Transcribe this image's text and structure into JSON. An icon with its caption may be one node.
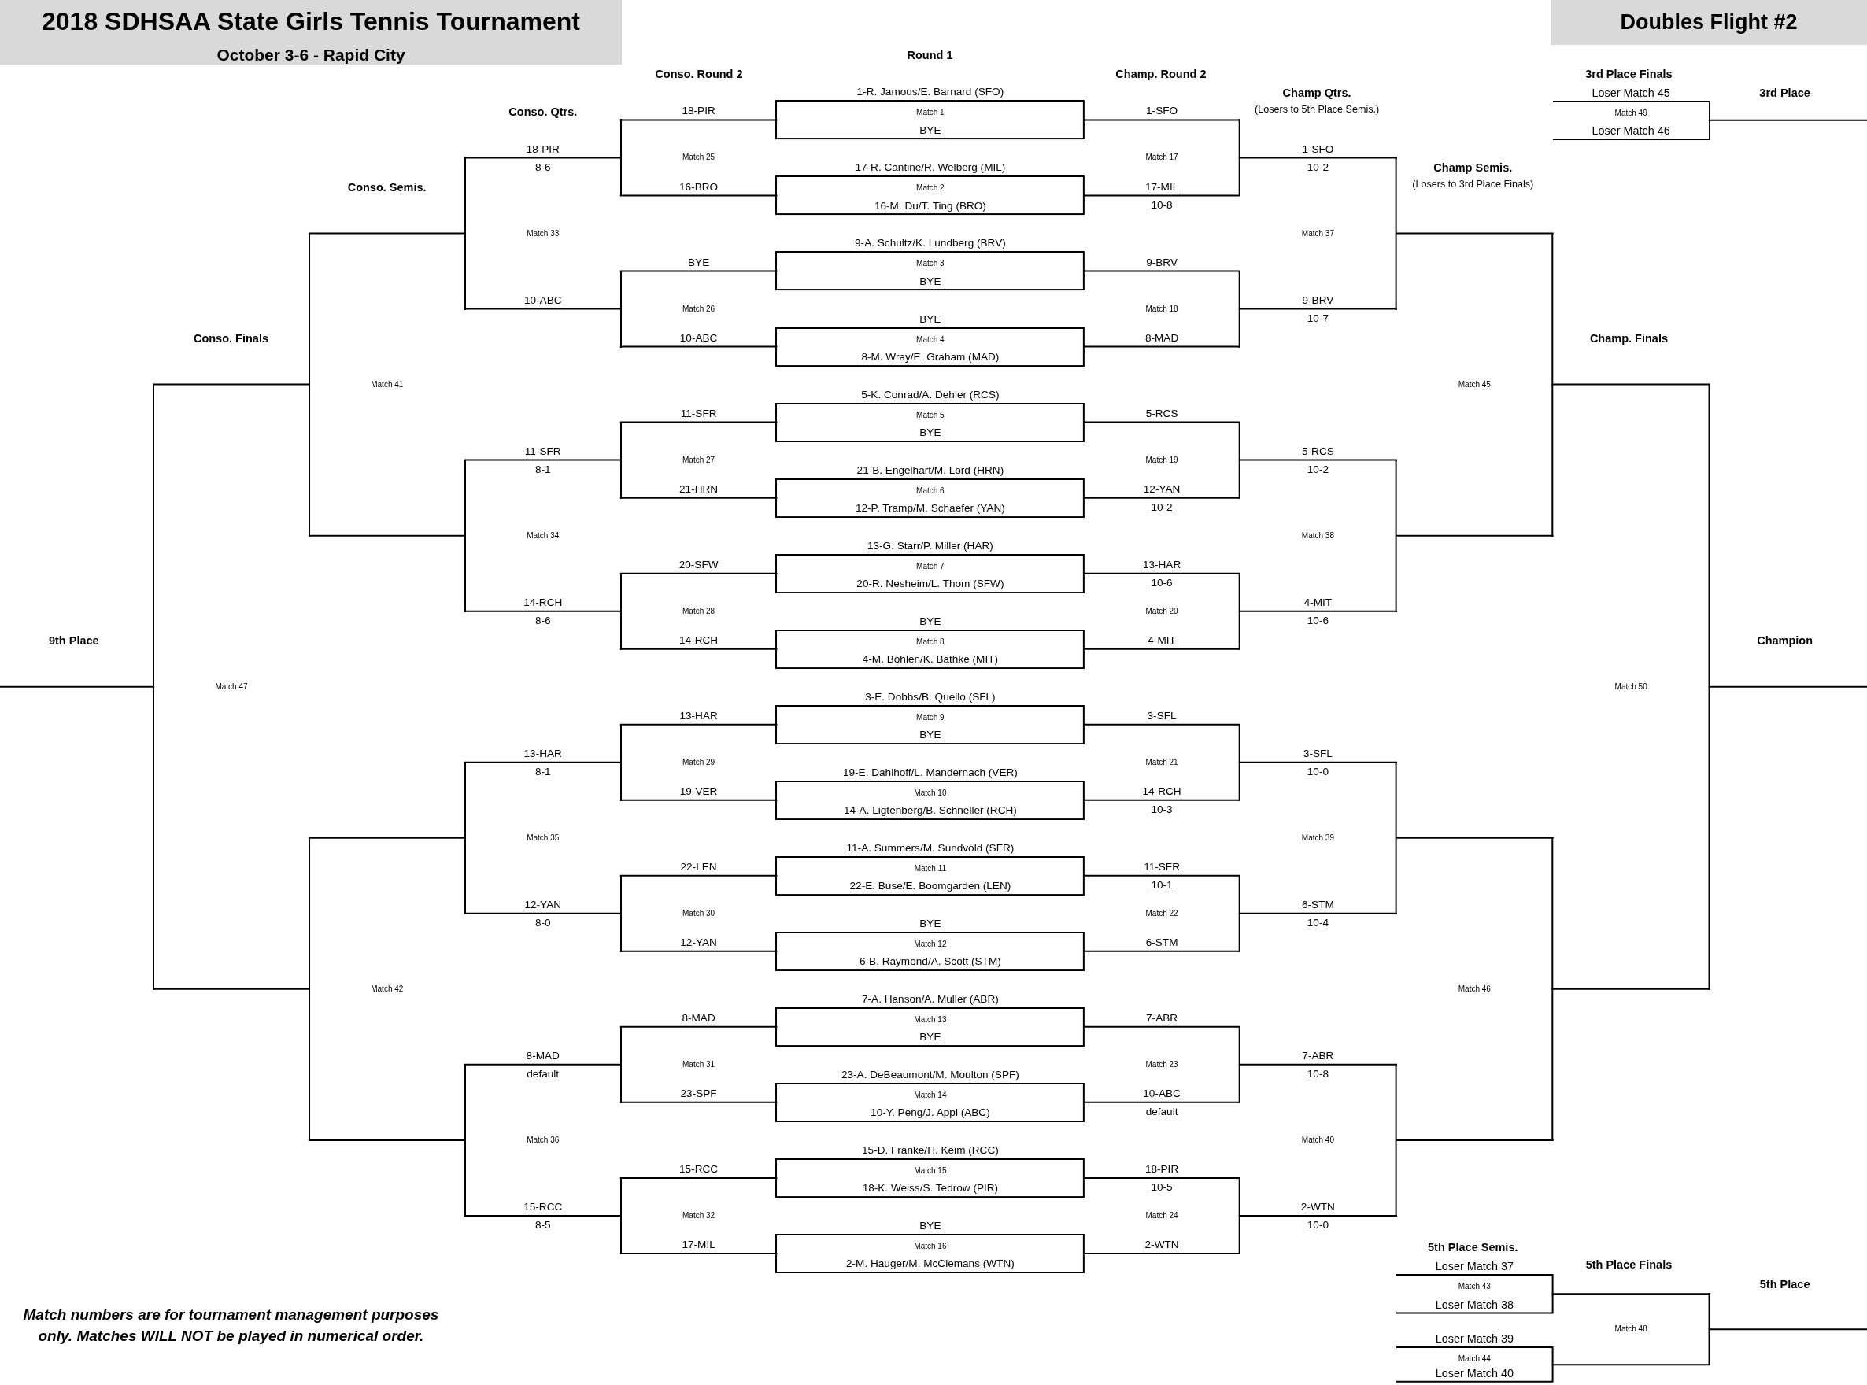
{
  "diagram": {
    "title": "2018 SDHSAA State Girls Tennis Tournament",
    "nodes": [
      {
        "text": [
          "1-R. Jamous/E. Barnard (SFO)",
          "Match 1",
          "BYE"
        ]
      },
      {
        "text": [
          "17-R. Cantine/R. Welberg (MIL)",
          "Match 2",
          "16-M. Du/T. Ting (BRO)"
        ]
      },
      {
        "text": [
          "9-A. Schultz/K. Lundberg (BRV)",
          "Match 3",
          "BYE"
        ]
      },
      {
        "text": [
          "BYE",
          "Match 4",
          "8-M. Wray/E. Graham (MAD)"
        ]
      },
      {
        "text": [
          "5-K. Conrad/A. Dehler (RCS)",
          "Match 5",
          "BYE"
        ]
      },
      {
        "text": [
          "21-B. Engelhart/M. Lord (HRN)",
          "Match 6",
          "12-P. Tramp/M. Schaefer (YAN)"
        ]
      },
      {
        "text": [
          "13-G. Starr/P. Miller (HAR)",
          "Match 7",
          "20-R. Nesheim/L. Thom (SFW)"
        ]
      },
      {
        "text": [
          "BYE",
          "Match 8",
          "4-M. Bohlen/K. Bathke (MIT)"
        ]
      },
      {
        "text": [
          "3-E. Dobbs/B. Quello (SFL)",
          "Match 9",
          "BYE"
        ]
      },
      {
        "text": [
          "19-E. Dahlhoff/L. Mandernach (VER)",
          "Match 10",
          "14-A. Ligtenberg/B. Schneller (RCH)"
        ]
      },
      {
        "text": [
          "11-A. Summers/M. Sundvold (SFR)",
          "Match 11",
          "22-E. Buse/E. Boomgarden (LEN)"
        ]
      },
      {
        "text": [
          "BYE",
          "Match 12",
          "6-B. Raymond/A. Scott (STM)"
        ]
      },
      {
        "text": [
          "7-A. Hanson/A. Muller (ABR)",
          "Match 13",
          "BYE"
        ]
      },
      {
        "text": [
          "23-A. DeBeaumont/M. Moulton (SPF)",
          "Match 14",
          "10-Y. Peng/J. Appl (ABC)"
        ]
      },
      {
        "text": [
          "15-D. Franke/H. Keim (RCC)",
          "Match 15",
          "18-K. Weiss/S. Tedrow (PIR)"
        ]
      },
      {
        "text": [
          "BYE",
          "Match 16",
          "2-M. Hauger/M. McClemans (WTN)"
        ]
      },
      {
        "text": [
          "Match 17"
        ]
      },
      {
        "text": [
          "Match 18"
        ]
      },
      {
        "text": [
          "Match 19"
        ]
      },
      {
        "text": [
          "Match 20"
        ]
      },
      {
        "text": [
          "Match 21"
        ]
      },
      {
        "text": [
          "Match 22"
        ]
      },
      {
        "text": [
          "Match 23"
        ]
      },
      {
        "text": [
          "Match 24"
        ]
      },
      {
        "text": [
          "Match 25"
        ]
      },
      {
        "text": [
          "Match 26"
        ]
      },
      {
        "text": [
          "Match 27"
        ]
      },
      {
        "text": [
          "Match 28"
        ]
      },
      {
        "text": [
          "Match 29"
        ]
      },
      {
        "text": [
          "Match 30"
        ]
      },
      {
        "text": [
          "Match 31"
        ]
      },
      {
        "text": [
          "Match 32"
        ]
      },
      {
        "text": [
          "Match 33"
        ]
      },
      {
        "text": [
          "Match 34"
        ]
      },
      {
        "text": [
          "Match 35"
        ]
      },
      {
        "text": [
          "Match 36"
        ]
      },
      {
        "text": [
          "Match 37"
        ]
      },
      {
        "text": [
          "Match 38"
        ]
      },
      {
        "text": [
          "Match 39"
        ]
      },
      {
        "text": [
          "Match 40"
        ]
      },
      {
        "text": [
          "Match 41"
        ]
      },
      {
        "text": [
          "Match 42"
        ]
      },
      {
        "text": [
          "Loser Match 37",
          "Match 43",
          "Loser Match 38"
        ]
      },
      {
        "text": [
          "Loser Match 39",
          "Match 44",
          "Loser Match 40"
        ]
      },
      {
        "text": [
          "Match 45"
        ]
      },
      {
        "text": [
          "Match 46"
        ]
      },
      {
        "text": [
          "Match 47"
        ]
      },
      {
        "text": [
          "Match 48"
        ]
      },
      {
        "text": [
          "Loser Match 45",
          "Match 49",
          "Loser Match 46"
        ]
      },
      {
        "text": [
          "Match 50"
        ]
      }
    ],
    "edges": [
      {
        "from": 0,
        "to": 16,
        "arrow": "none",
        "label": "1-SFO"
      },
      {
        "from": 1,
        "to": 16,
        "arrow": "none",
        "label": "17-MIL 10-8"
      },
      {
        "from": 2,
        "to": 17,
        "arrow": "none",
        "label": "9-BRV"
      },
      {
        "from": 3,
        "to": 17,
        "arrow": "none",
        "label": "8-MAD"
      },
      {
        "from": 4,
        "to": 18,
        "arrow": "none",
        "label": "5-RCS"
      },
      {
        "from": 5,
        "to": 18,
        "arrow": "none",
        "label": "12-YAN 10-2"
      },
      {
        "from": 6,
        "to": 19,
        "arrow": "none",
        "label": "13-HAR 10-6"
      },
      {
        "from": 7,
        "to": 19,
        "arrow": "none",
        "label": "4-MIT"
      },
      {
        "from": 8,
        "to": 20,
        "arrow": "none",
        "label": "3-SFL"
      },
      {
        "from": 9,
        "to": 20,
        "arrow": "none",
        "label": "14-RCH 10-3"
      },
      {
        "from": 10,
        "to": 21,
        "arrow": "none",
        "label": "11-SFR 10-1"
      },
      {
        "from": 11,
        "to": 21,
        "arrow": "none",
        "label": "6-STM"
      },
      {
        "from": 12,
        "to": 22,
        "arrow": "none",
        "label": "7-ABR"
      },
      {
        "from": 13,
        "to": 22,
        "arrow": "none",
        "label": "10-ABC default"
      },
      {
        "from": 14,
        "to": 23,
        "arrow": "none",
        "label": "18-PIR 10-5"
      },
      {
        "from": 15,
        "to": 23,
        "arrow": "none",
        "label": "2-WTN"
      },
      {
        "from": 0,
        "to": 24,
        "arrow": "none",
        "label": "18-PIR"
      },
      {
        "from": 1,
        "to": 24,
        "arrow": "none",
        "label": "16-BRO"
      },
      {
        "from": 2,
        "to": 25,
        "arrow": "none",
        "label": "BYE"
      },
      {
        "from": 3,
        "to": 25,
        "arrow": "none",
        "label": "10-ABC"
      },
      {
        "from": 4,
        "to": 26,
        "arrow": "none",
        "label": "11-SFR"
      },
      {
        "from": 5,
        "to": 26,
        "arrow": "none",
        "label": "21-HRN"
      },
      {
        "from": 6,
        "to": 27,
        "arrow": "none",
        "label": "20-SFW"
      },
      {
        "from": 7,
        "to": 27,
        "arrow": "none",
        "label": "14-RCH"
      },
      {
        "from": 8,
        "to": 28,
        "arrow": "none",
        "label": "13-HAR"
      },
      {
        "from": 9,
        "to": 28,
        "arrow": "none",
        "label": "19-VER"
      },
      {
        "from": 10,
        "to": 29,
        "arrow": "none",
        "label": "22-LEN"
      },
      {
        "from": 11,
        "to": 29,
        "arrow": "none",
        "label": "12-YAN"
      },
      {
        "from": 12,
        "to": 30,
        "arrow": "none",
        "label": "8-MAD"
      },
      {
        "from": 13,
        "to": 30,
        "arrow": "none",
        "label": "23-SPF"
      },
      {
        "from": 14,
        "to": 31,
        "arrow": "none",
        "label": "15-RCC"
      },
      {
        "from": 15,
        "to": 31,
        "arrow": "none",
        "label": "17-MIL"
      },
      {
        "from": 16,
        "to": 36,
        "arrow": "none",
        "label": "1-SFO 10-2"
      },
      {
        "from": 17,
        "to": 36,
        "arrow": "none",
        "label": "9-BRV 10-7"
      },
      {
        "from": 18,
        "to": 37,
        "arrow": "none",
        "label": "5-RCS 10-2"
      },
      {
        "from": 19,
        "to": 37,
        "arrow": "none",
        "label": "4-MIT 10-6"
      },
      {
        "from": 20,
        "to": 38,
        "arrow": "none",
        "label": "3-SFL 10-0"
      },
      {
        "from": 21,
        "to": 38,
        "arrow": "none",
        "label": "6-STM 10-4"
      },
      {
        "from": 22,
        "to": 39,
        "arrow": "none",
        "label": "7-ABR 10-8"
      },
      {
        "from": 23,
        "to": 39,
        "arrow": "none",
        "label": "2-WTN 10-0"
      },
      {
        "from": 24,
        "to": 32,
        "arrow": "none",
        "label": "18-PIR 8-6"
      },
      {
        "from": 25,
        "to": 32,
        "arrow": "none",
        "label": "10-ABC"
      },
      {
        "from": 26,
        "to": 33,
        "arrow": "none",
        "label": "11-SFR 8-1"
      },
      {
        "from": 27,
        "to": 33,
        "arrow": "none",
        "label": "14-RCH 8-6"
      },
      {
        "from": 28,
        "to": 34,
        "arrow": "none",
        "label": "13-HAR 8-1"
      },
      {
        "from": 29,
        "to": 34,
        "arrow": "none",
        "label": "12-YAN 8-0"
      },
      {
        "from": 30,
        "to": 35,
        "arrow": "none",
        "label": "8-MAD default"
      },
      {
        "from": 31,
        "to": 35,
        "arrow": "none",
        "label": "15-RCC 8-5"
      },
      {
        "from": 32,
        "to": 40,
        "arrow": "none"
      },
      {
        "from": 33,
        "to": 40,
        "arrow": "none"
      },
      {
        "from": 34,
        "to": 41,
        "arrow": "none"
      },
      {
        "from": 35,
        "to": 41,
        "arrow": "none"
      },
      {
        "from": 36,
        "to": 44,
        "arrow": "none"
      },
      {
        "from": 37,
        "to": 44,
        "arrow": "none"
      },
      {
        "from": 38,
        "to": 45,
        "arrow": "none"
      },
      {
        "from": 39,
        "to": 45,
        "arrow": "none"
      },
      {
        "from": 40,
        "to": 46,
        "arrow": "none"
      },
      {
        "from": 41,
        "to": 46,
        "arrow": "none"
      },
      {
        "from": 44,
        "to": 49,
        "arrow": "none"
      },
      {
        "from": 45,
        "to": 49,
        "arrow": "none"
      },
      {
        "from": 46,
        "to": null,
        "arrow": "none"
      },
      {
        "from": 49,
        "to": null,
        "arrow": "none"
      },
      {
        "from": 48,
        "to": null,
        "arrow": "none"
      },
      {
        "from": 42,
        "to": 47,
        "arrow": "none"
      },
      {
        "from": 43,
        "to": 47,
        "arrow": "none"
      },
      {
        "from": 47,
        "to": null,
        "arrow": "none"
      }
    ],
    "labels": [
      "Doubles Flight #2",
      "October 3-6 - Rapid City",
      "Round 1",
      "Conso. Round 2",
      "Champ. Round 2",
      "3rd Place Finals",
      "Champ Qtrs.",
      "3rd Place",
      "(Losers to 5th Place Semis.)",
      "Conso. Qtrs.",
      "Champ Semis.",
      "(Losers to 3rd Place Finals)",
      "Conso. Semis.",
      "Conso. Finals",
      "Champ. Finals",
      "9th Place",
      "Champion",
      "5th Place Semis.",
      "5th Place Finals",
      "5th Place",
      "Match numbers are for tournament management purposes only. Matches WILL NOT be played in numerical order."
    ]
  }
}
